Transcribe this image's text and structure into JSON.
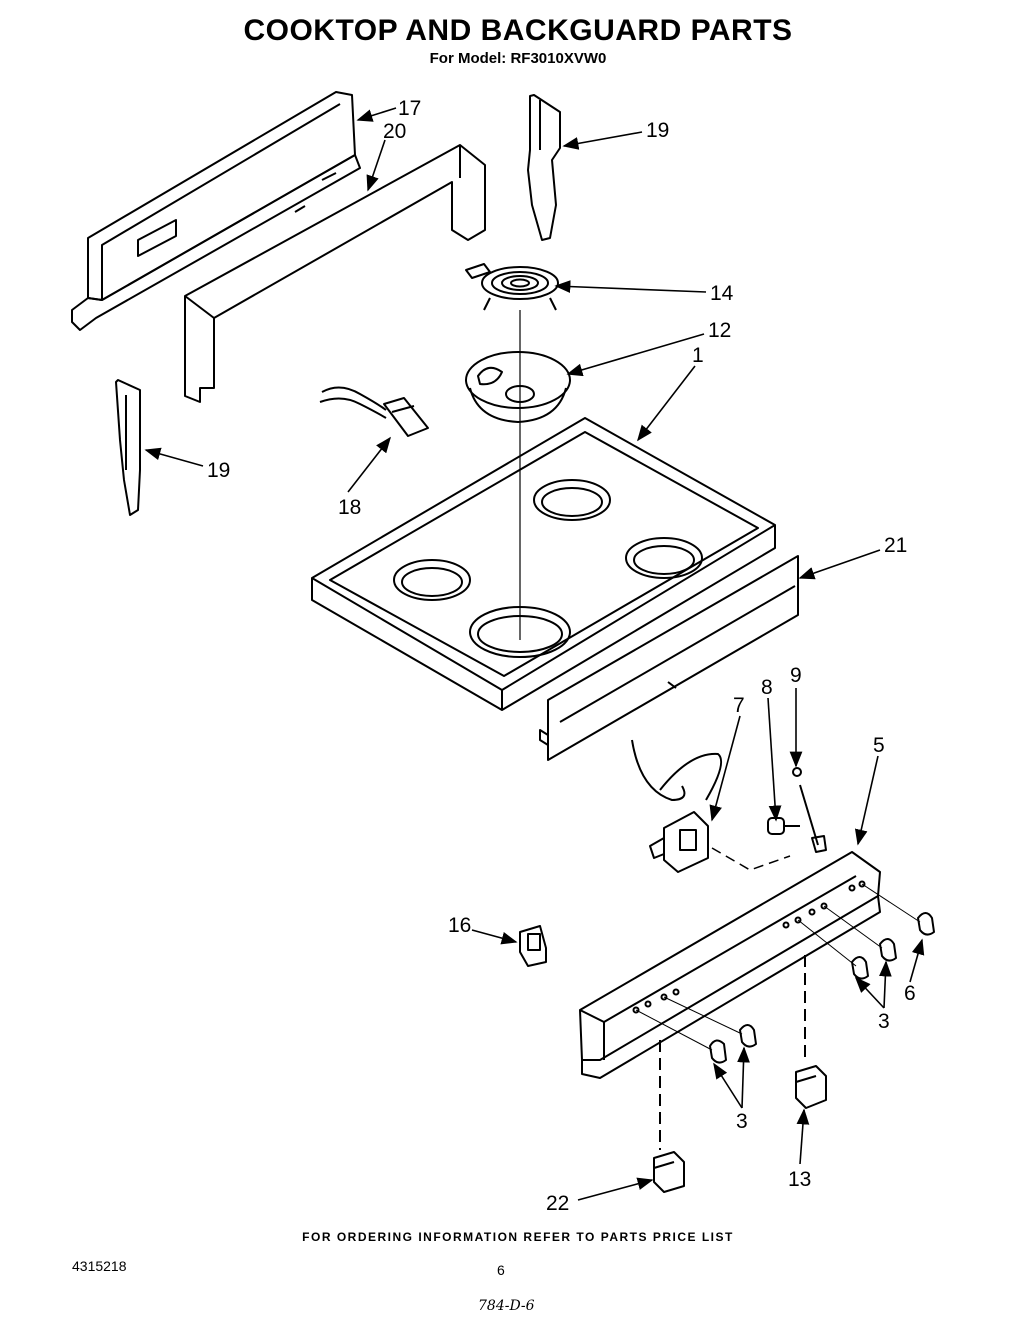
{
  "header": {
    "title": "COOKTOP AND BACKGUARD PARTS",
    "model": "For Model: RF3010XVW0"
  },
  "callouts": {
    "c17": "17",
    "c20": "20",
    "c19a": "19",
    "c14": "14",
    "c12": "12",
    "c1": "1",
    "c19b": "19",
    "c18": "18",
    "c21": "21",
    "c8": "8",
    "c9": "9",
    "c7": "7",
    "c5": "5",
    "c16": "16",
    "c6": "6",
    "c3a": "3",
    "c3b": "3",
    "c13": "13",
    "c22": "22"
  },
  "footer": {
    "ordering": "FOR ORDERING INFORMATION REFER TO PARTS PRICE LIST",
    "doc_number": "4315218",
    "page": "6",
    "hand_code": "784-D-6"
  }
}
